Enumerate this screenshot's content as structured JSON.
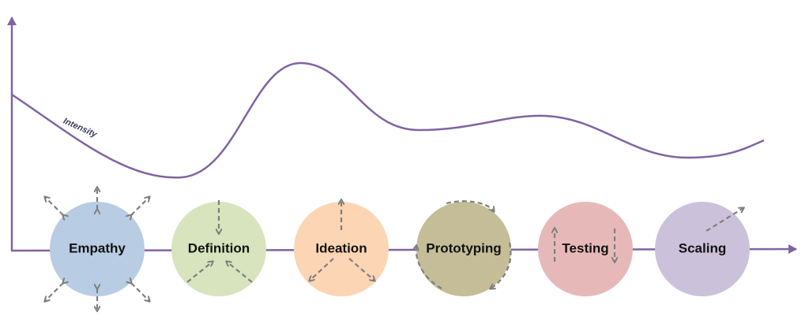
{
  "curve_label": "Intensity",
  "colors": {
    "axis": "#8064a2",
    "arrow": "#7f7f7f"
  },
  "stages": [
    {
      "label": "Empathy",
      "color": "#b8cce4"
    },
    {
      "label": "Definition",
      "color": "#d7e4bd"
    },
    {
      "label": "Ideation",
      "color": "#fcd5b5"
    },
    {
      "label": "Prototyping",
      "color": "#c4bd97"
    },
    {
      "label": "Testing",
      "color": "#e6b9b8"
    },
    {
      "label": "Scaling",
      "color": "#ccc1da"
    }
  ]
}
